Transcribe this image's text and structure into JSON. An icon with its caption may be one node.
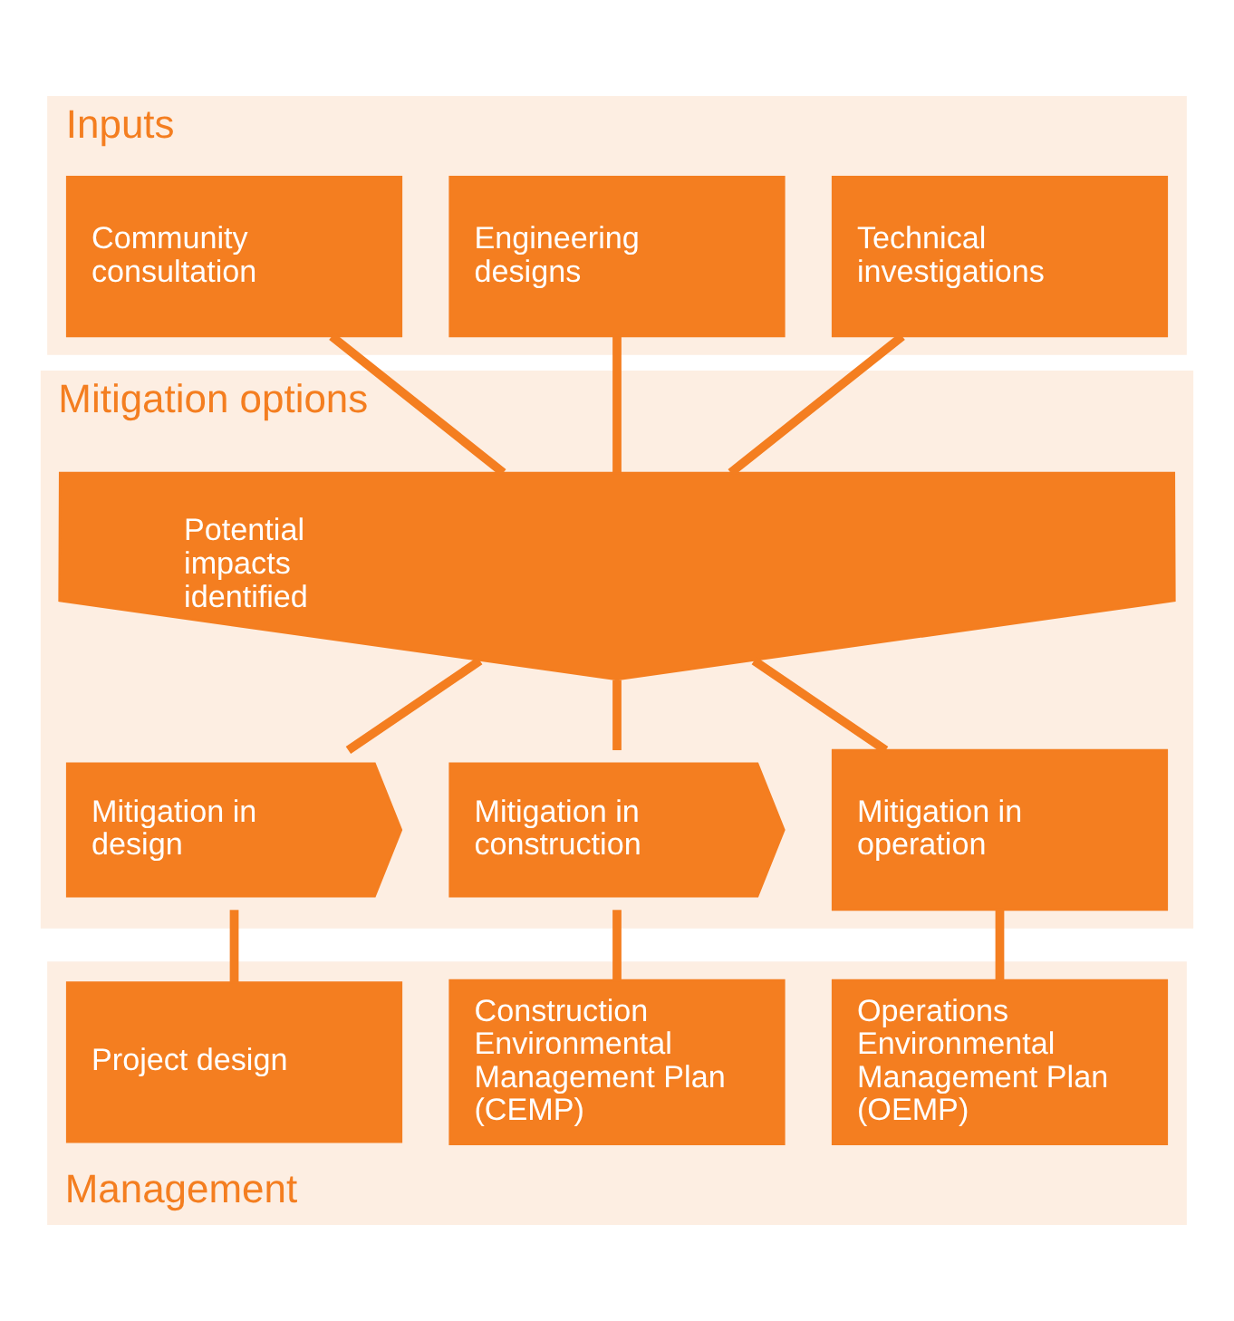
{
  "diagram": {
    "nodes": [
      {
        "text": [
          "Inputs"
        ]
      },
      {
        "text": [
          "Technical investigations"
        ],
        "in": 0
      },
      {
        "text": [
          "Engineering designs"
        ],
        "in": 0
      },
      {
        "text": [
          "Community consultation"
        ],
        "in": 0
      },
      {
        "text": [
          "Mitigation options"
        ]
      },
      {
        "text": [
          "Potential impacts identified"
        ],
        "in": 4
      },
      {
        "text": [
          "Mitigation in design"
        ],
        "in": 4
      },
      {
        "text": [
          "Mitigation in construction"
        ],
        "in": 4
      },
      {
        "text": [
          "Mitigation in operation"
        ],
        "in": 4
      },
      {
        "text": [
          "Management"
        ]
      },
      {
        "text": [
          "Project design"
        ],
        "in": 9
      },
      {
        "text": [
          "Construction Environmental Management Plan (CEMP)"
        ],
        "in": 9
      },
      {
        "text": [
          "Operations Environmental Management Plan (OEMP)"
        ],
        "in": 9
      }
    ],
    "edges": [
      {
        "from": 1,
        "to": 5,
        "arrow": "none"
      },
      {
        "from": 2,
        "to": 5,
        "arrow": "none"
      },
      {
        "from": 3,
        "to": 5,
        "arrow": "none"
      },
      {
        "from": 5,
        "to": 6,
        "arrow": "none"
      },
      {
        "from": 5,
        "to": 7,
        "arrow": "none"
      },
      {
        "from": 5,
        "to": 8,
        "arrow": "none"
      },
      {
        "from": 6,
        "to": 10,
        "arrow": "none"
      },
      {
        "from": 7,
        "to": 11,
        "arrow": "none"
      },
      {
        "from": 8,
        "to": 12,
        "arrow": "none"
      }
    ]
  }
}
